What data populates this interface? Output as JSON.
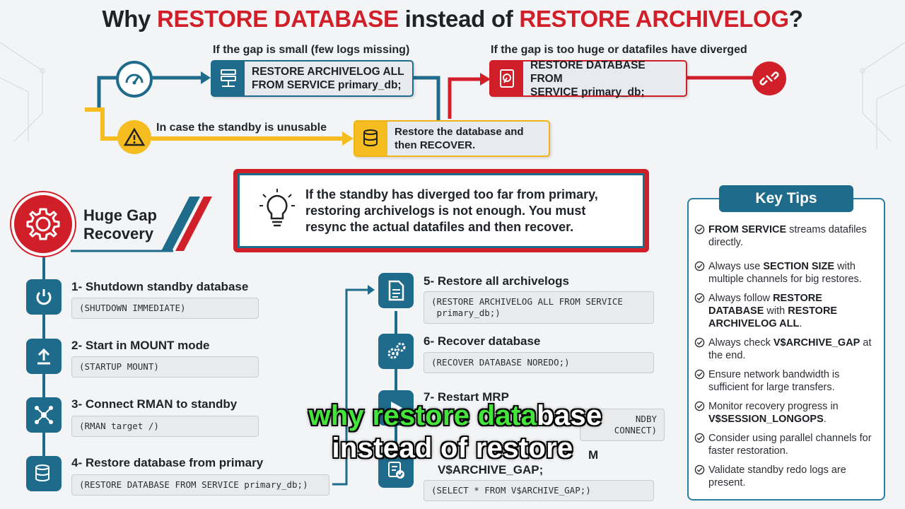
{
  "title": {
    "prefix": "Why ",
    "part1": "RESTORE DATABASE",
    "middle": " instead of ",
    "part2": "RESTORE ARCHIVELOG",
    "suffix": "?"
  },
  "flow": {
    "small_gap_caption": "If the gap is small (few logs missing)",
    "small_gap_cmd": [
      "RESTORE ARCHIVELOG ALL",
      "FROM SERVICE primary_db;"
    ],
    "huge_gap_caption": "If the gap is too huge or datafiles have diverged",
    "huge_gap_cmd": [
      "RESTORE DATABASE FROM",
      "SERVICE primary_db;"
    ],
    "unusable_caption": "In case the standby is unusable",
    "restore_recover": [
      "Restore the database and",
      "then RECOVER."
    ]
  },
  "warning": {
    "lines": [
      "If the standby has diverged too far from primary,",
      "restoring archivelogs is not enough. You must",
      "resync the actual datafiles and then recover."
    ]
  },
  "huge_gap": {
    "lines": [
      "Huge Gap",
      "Recovery"
    ]
  },
  "steps_left": [
    {
      "label": "1- Shutdown standby database",
      "code": "(SHUTDOWN IMMEDIATE)",
      "icon": "power-icon"
    },
    {
      "label": "2- Start in MOUNT mode",
      "code": "(STARTUP MOUNT)",
      "icon": "upload-icon"
    },
    {
      "label": "3- Connect RMAN to standby",
      "code": "(RMAN target /)",
      "icon": "network-icon"
    },
    {
      "label": "4- Restore database from primary",
      "code": "(RESTORE DATABASE FROM SERVICE primary_db;)",
      "icon": "database-icon"
    }
  ],
  "steps_right": [
    {
      "label": "5- Restore all archivelogs",
      "code": "(RESTORE ARCHIVELOG ALL FROM SERVICE\n primary_db;)",
      "icon": "document-icon"
    },
    {
      "label": "6- Recover database",
      "code": "(RECOVER DATABASE NOREDO;)",
      "icon": "gears-icon"
    },
    {
      "label": "7- Restart MRP",
      "code": "NDBY\nCONNECT)",
      "icon": "play-icon"
    },
    {
      "label": "V$ARCHIVE_GAP;",
      "code": "(SELECT * FROM V$ARCHIVE_GAP;)",
      "icon": "checklist-icon"
    }
  ],
  "step8_partial": "M",
  "tips": {
    "header": "Key Tips",
    "items": [
      {
        "bold": "FROM SERVICE",
        "rest": " streams datafiles directly."
      },
      {
        "pre": "Always use ",
        "bold": "SECTION SIZE",
        "rest": " with multiple channels for big restores."
      },
      {
        "pre": "Always follow ",
        "bold": "RESTORE DATABASE",
        "mid": " with ",
        "bold2": "RESTORE ARCHIVELOG ALL",
        "rest": "."
      },
      {
        "pre": "Always check ",
        "bold": "V$ARCHIVE_GAP",
        "rest": " at the end."
      },
      {
        "pre": "Ensure network bandwidth is sufficient for large transfers."
      },
      {
        "pre": "Monitor recovery progress in ",
        "bold": "V$SESSION_LONGOPS",
        "rest": "."
      },
      {
        "pre": "Consider using parallel channels for faster restoration."
      },
      {
        "pre": "Validate standby redo logs are present."
      }
    ]
  },
  "subtitles": {
    "line1_highlight": "why restore data",
    "line1_rest": "base",
    "line2": "instead of restore"
  },
  "colors": {
    "red": "#d11f2a",
    "teal": "#1f6b8c",
    "yellow": "#f5bd20",
    "subtitle_highlight": "#44e53a"
  }
}
